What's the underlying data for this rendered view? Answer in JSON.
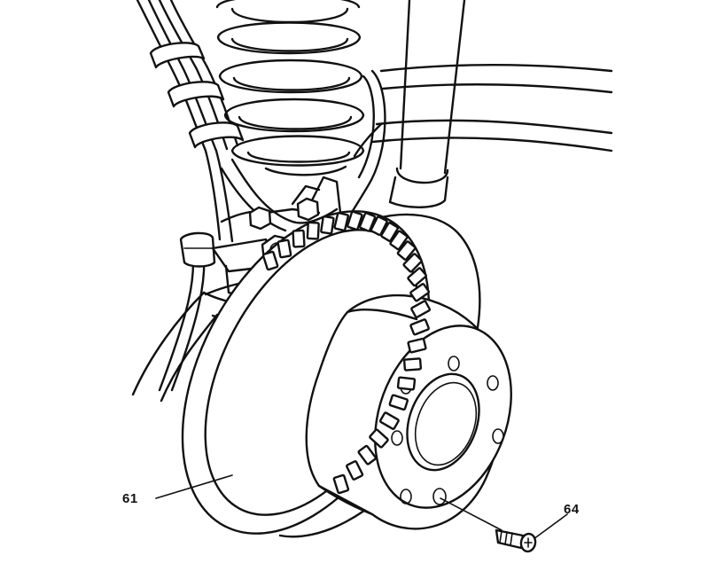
{
  "figure": {
    "callouts": [
      {
        "id": "61",
        "label": "61"
      },
      {
        "id": "64",
        "label": "64"
      }
    ],
    "colors": {
      "ink": "#111111",
      "background": "#ffffff"
    }
  }
}
